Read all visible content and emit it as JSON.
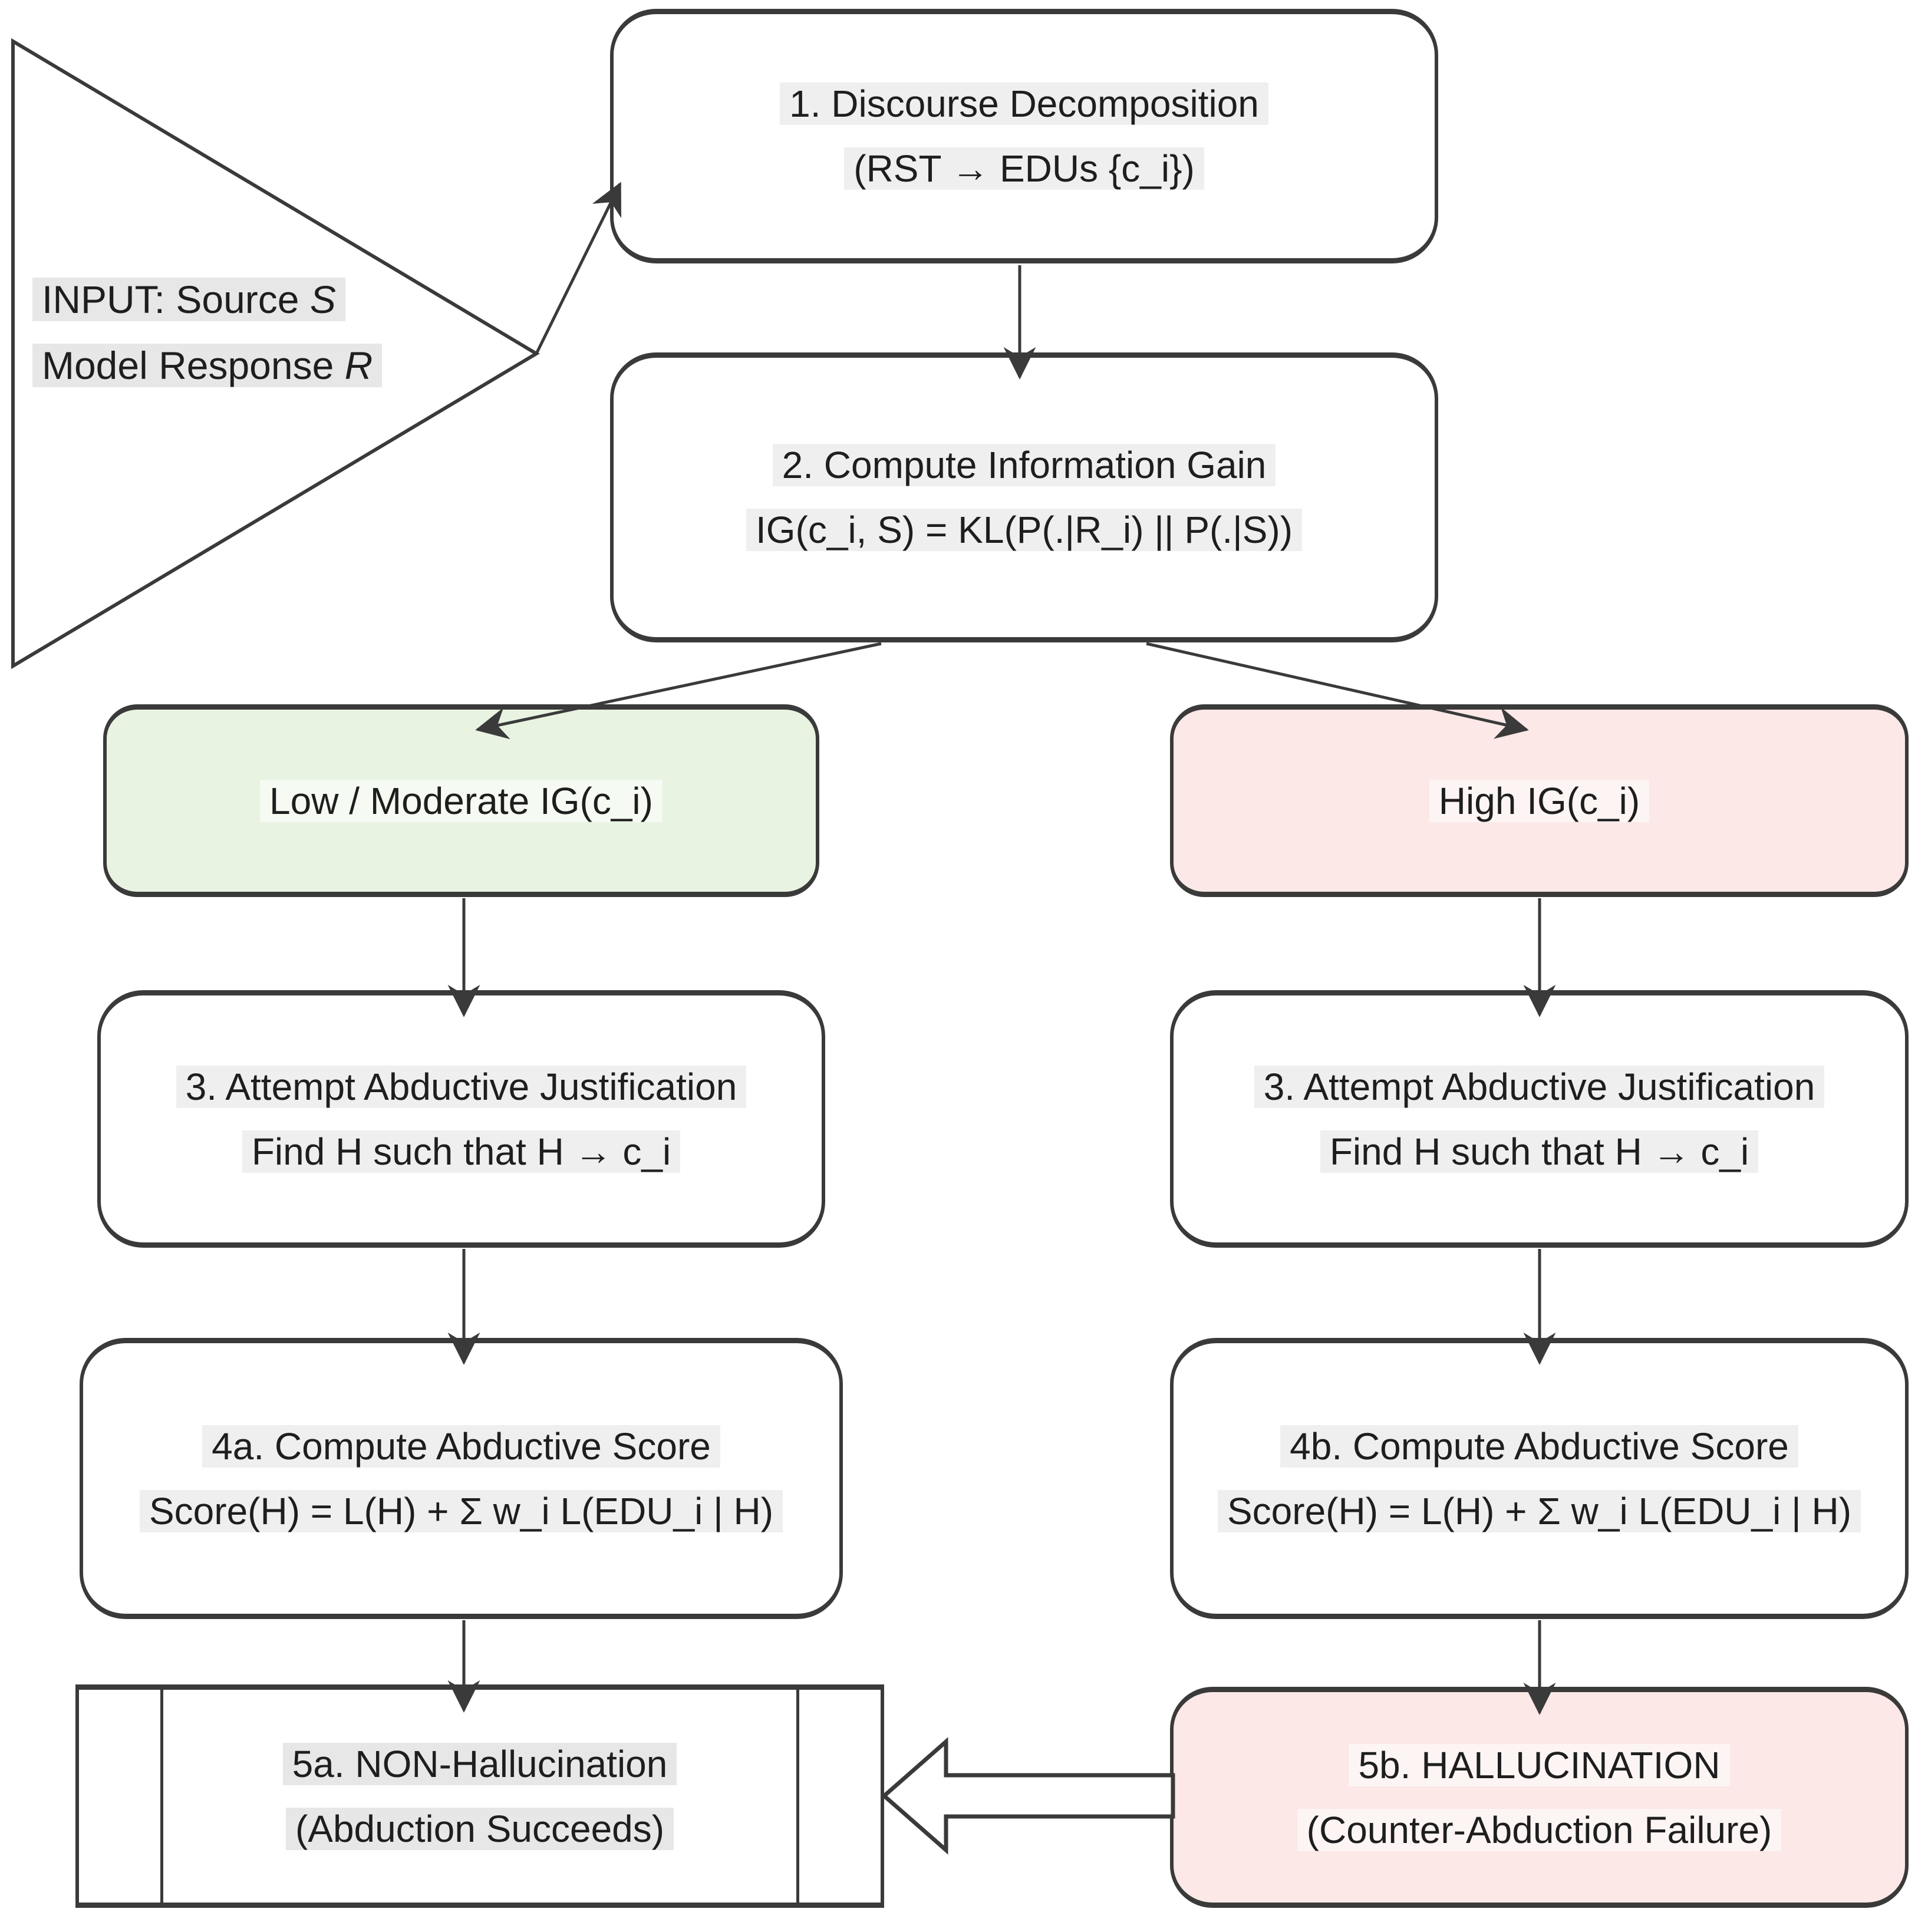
{
  "colors": {
    "branch_low_fill": "#e8f3e2",
    "branch_high_fill": "#fbe8e7",
    "hallucination_fill": "#fbe8e7",
    "box_border": "#3a3a3a",
    "arrow": "#3a3a3a",
    "text": "#1e1e1e",
    "text_highlight": "#e7e7e7"
  },
  "input": {
    "line1_prefix": "INPUT: Source ",
    "line1_var": "S",
    "line2_prefix": "Model Response ",
    "line2_var": "R"
  },
  "nodes": {
    "step1": {
      "line1": "1. Discourse Decomposition",
      "line2": "(RST → EDUs {c_i})"
    },
    "step2": {
      "line1": "2. Compute Information Gain",
      "line2": "IG(c_i, S) = KL(P(.|R_i) || P(.|S))"
    },
    "branch_low": {
      "label": "Low / Moderate IG(c_i)"
    },
    "branch_high": {
      "label": "High IG(c_i)"
    },
    "step3_left": {
      "line1": "3. Attempt Abductive Justification",
      "line2": "Find H such that H → c_i"
    },
    "step3_right": {
      "line1": "3. Attempt Abductive Justification",
      "line2": "Find H such that H → c_i"
    },
    "step4a": {
      "line1": "4a. Compute Abductive Score",
      "line2": "Score(H) = L(H) + Σ w_i L(EDU_i | H)"
    },
    "step4b": {
      "line1": "4b. Compute Abductive Score",
      "line2": "Score(H) = L(H) + Σ w_i L(EDU_i | H)"
    },
    "step5a": {
      "line1": "5a. NON-Hallucination",
      "line2": "(Abduction Succeeds)"
    },
    "step5b": {
      "line1": "5b. HALLUCINATION",
      "line2": "(Counter-Abduction Failure)"
    }
  }
}
